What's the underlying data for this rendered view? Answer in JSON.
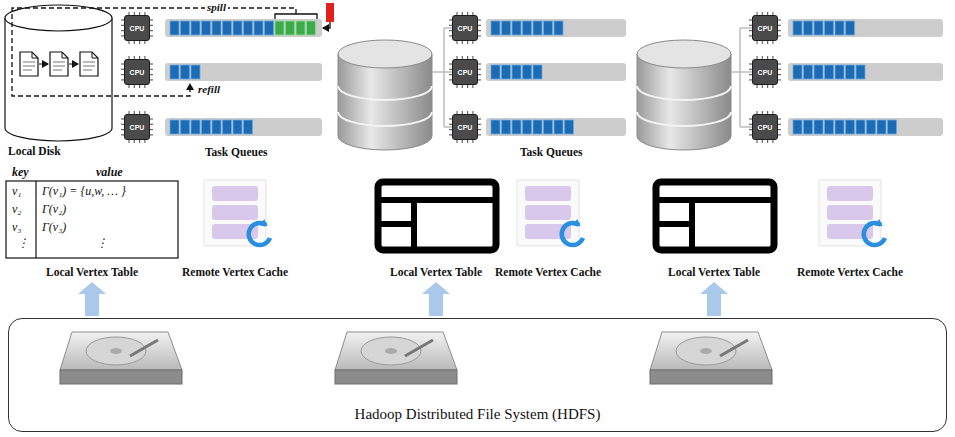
{
  "diagram": {
    "nodes": [
      {
        "text": [
          "CPU"
        ]
      },
      {
        "text": [
          "CPU"
        ]
      },
      {
        "text": [
          "CPU"
        ]
      },
      {
        "text": [
          "CPU"
        ]
      },
      {
        "text": [
          "CPU"
        ]
      },
      {
        "text": [
          "CPU"
        ]
      },
      {
        "text": [
          "CPU"
        ]
      },
      {
        "text": [
          "CPU"
        ]
      },
      {
        "text": [
          "CPU"
        ]
      },
      {
        "text": [
          "Local Vertex Table"
        ]
      },
      {
        "text": [
          "Remote Vertex Cache"
        ]
      },
      {
        "text": [
          "Local Vertex Table"
        ]
      },
      {
        "text": [
          "Remote Vertex Cache"
        ]
      },
      {
        "text": [
          "Local Vertex Table"
        ]
      },
      {
        "text": [
          "Remote Vertex Cache"
        ]
      },
      {
        "text": [
          "Hadoop Distributed File System (HDFS)"
        ]
      }
    ],
    "edges": [
      {
        "from": 15,
        "to": 9,
        "arrow": "to"
      },
      {
        "from": 15,
        "to": 11,
        "arrow": "to"
      },
      {
        "from": 15,
        "to": 13,
        "arrow": "to"
      }
    ],
    "labels": [
      "spill",
      "refill",
      "Local Disk",
      "Task Queues",
      "Task Queues",
      "key",
      "value",
      "v₁",
      "Γ(v₁) = {u,w, … }",
      "v₂",
      "Γ(v₂)",
      "v₃",
      "Γ(v₃)",
      "⋮",
      "⋮"
    ]
  }
}
